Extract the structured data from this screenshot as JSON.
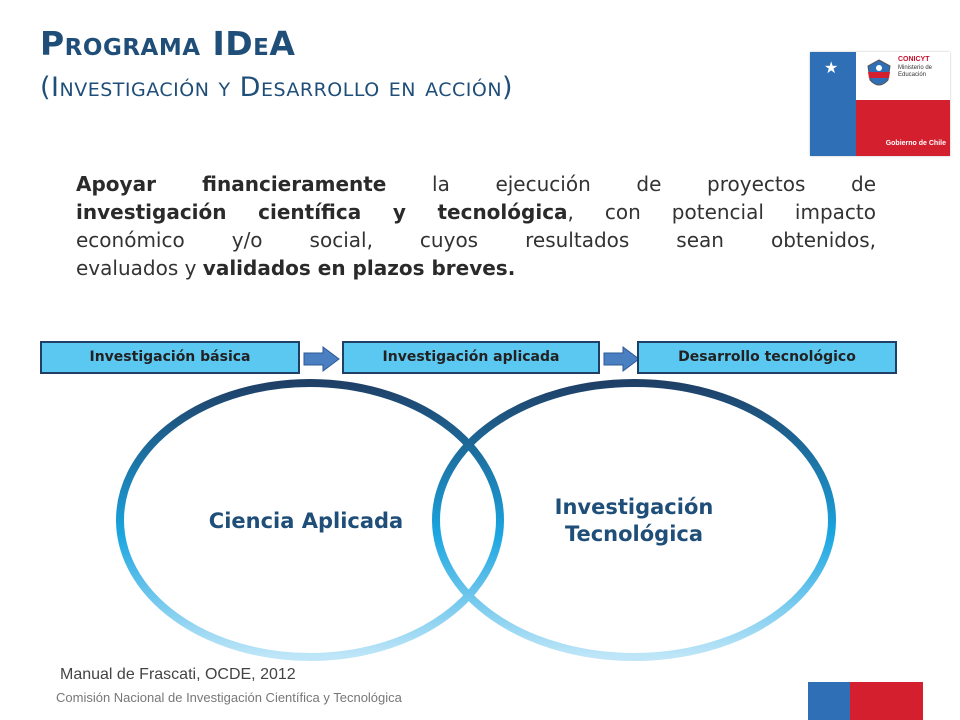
{
  "header": {
    "title": "Programa IDeA",
    "subtitle": "(Investigación y Desarrollo en acción)"
  },
  "logo": {
    "brand": "CONICYT",
    "ministry": "Ministerio de Educación",
    "government": "Gobierno de Chile"
  },
  "description": {
    "line1": [
      {
        "text": "Apoyar financieramente",
        "bold": true
      },
      {
        "text": " la ejecución de proyectos de",
        "bold": false
      }
    ],
    "line2": [
      {
        "text": "investigación científica y tecnológica",
        "bold": true
      },
      {
        "text": ", con potencial impacto",
        "bold": false
      }
    ],
    "line3": [
      {
        "text": "económico y/o social,  cuyos resultados sean obtenidos,",
        "bold": false
      }
    ],
    "line4": [
      {
        "text": "evaluados y ",
        "bold": false
      },
      {
        "text": "validados en plazos breves.",
        "bold": true
      }
    ]
  },
  "stages": [
    {
      "label": "Investigación básica"
    },
    {
      "label": "Investigación aplicada"
    },
    {
      "label": "Desarrollo tecnológico"
    }
  ],
  "circles": [
    {
      "label": "Ciencia Aplicada"
    },
    {
      "label_line1": "Investigación",
      "label_line2": "Tecnológica"
    }
  ],
  "colors": {
    "title": "#1f4e79",
    "stage_fill": "#5bc8f2",
    "stage_border": "#1f3f66",
    "arrow": "#4a7fc1",
    "ring_top": "#1f3f66",
    "ring_mid": "#1aa5e0",
    "ring_bottom": "#bfe6f8",
    "flag_blue": "#2f6fb6",
    "flag_red": "#d4202e"
  },
  "footer": {
    "source": "Manual de Frascati, OCDE, 2012",
    "institution": "Comisión Nacional de Investigación Científica y Tecnológica"
  }
}
